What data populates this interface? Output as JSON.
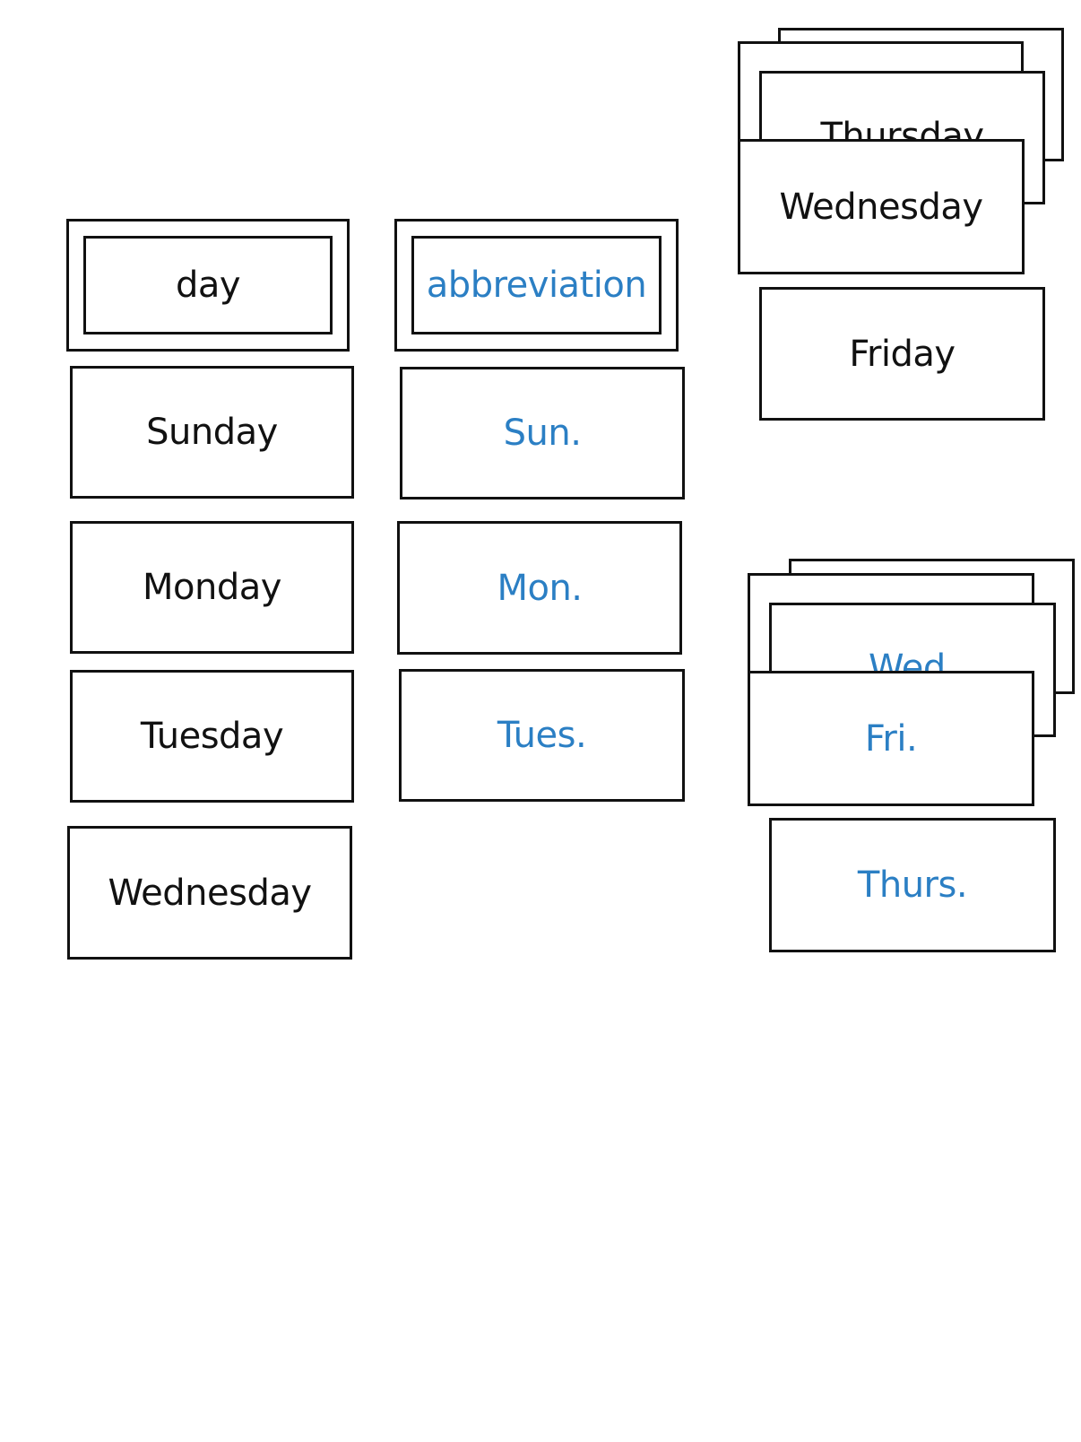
{
  "headers": {
    "day": "day",
    "abbreviation": "abbreviation"
  },
  "day_cards": {
    "sunday": "Sunday",
    "monday": "Monday",
    "tuesday": "Tuesday",
    "wednesday": "Wednesday"
  },
  "abbrev_cards": {
    "sun": "Sun.",
    "mon": "Mon.",
    "tues": "Tues."
  },
  "stack_days": {
    "thursday": "Thursday",
    "wednesday": "Wednesday",
    "friday": "Friday"
  },
  "stack_abbrevs": {
    "wed": "Wed.",
    "fri": "Fri.",
    "thurs": "Thurs."
  },
  "colors": {
    "day_text": "#111111",
    "abbreviation_text": "#2b7fc4",
    "border": "#111111",
    "background": "#ffffff"
  }
}
